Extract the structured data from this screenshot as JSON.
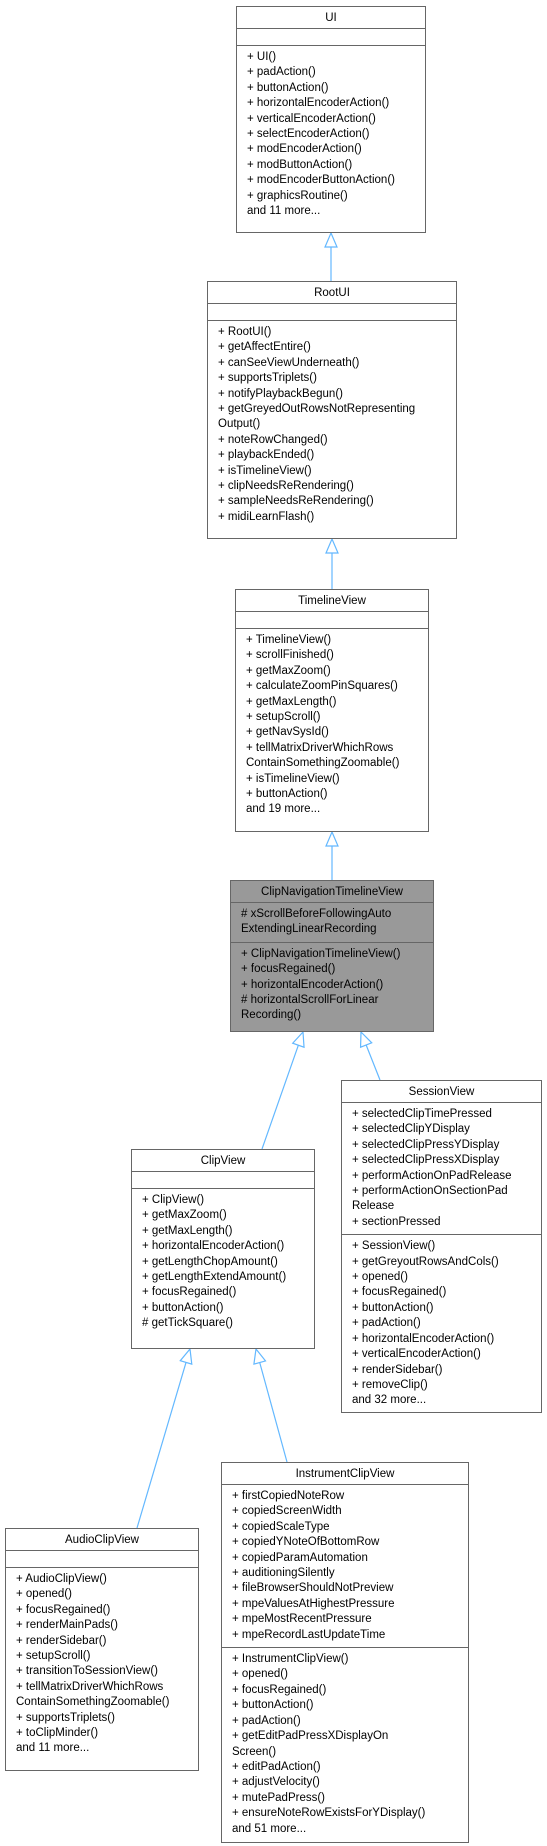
{
  "classes": [
    {
      "id": "ui",
      "name": "UI",
      "attributes": [],
      "operations": [
        "+ UI()",
        "+ padAction()",
        "+ buttonAction()",
        "+ horizontalEncoderAction()",
        "+ verticalEncoderAction()",
        "+ selectEncoderAction()",
        "+ modEncoderAction()",
        "+ modButtonAction()",
        "+ modEncoderButtonAction()",
        "+ graphicsRoutine()",
        "and 11 more..."
      ]
    },
    {
      "id": "rootui",
      "name": "RootUI",
      "attributes": [],
      "operations": [
        "+ RootUI()",
        "+ getAffectEntire()",
        "+ canSeeViewUnderneath()",
        "+ supportsTriplets()",
        "+ notifyPlaybackBegun()",
        "+ getGreyedOutRowsNotRepresenting",
        "Output()",
        "+ noteRowChanged()",
        "+ playbackEnded()",
        "+ isTimelineView()",
        "+ clipNeedsReRendering()",
        "+ sampleNeedsReRendering()",
        "+ midiLearnFlash()"
      ]
    },
    {
      "id": "timelineview",
      "name": "TimelineView",
      "attributes": [],
      "operations": [
        "+ TimelineView()",
        "+ scrollFinished()",
        "+ getMaxZoom()",
        "+ calculateZoomPinSquares()",
        "+ getMaxLength()",
        "+ setupScroll()",
        "+ getNavSysId()",
        "+ tellMatrixDriverWhichRows",
        "ContainSomethingZoomable()",
        "+ isTimelineView()",
        "+ buttonAction()",
        "and 19 more..."
      ]
    },
    {
      "id": "clipnav",
      "name": "ClipNavigationTimelineView",
      "attributes": [
        "# xScrollBeforeFollowingAuto",
        "ExtendingLinearRecording"
      ],
      "operations": [
        "+ ClipNavigationTimelineView()",
        "+ focusRegained()",
        "+ horizontalEncoderAction()",
        "# horizontalScrollForLinear",
        "Recording()"
      ]
    },
    {
      "id": "sessionview",
      "name": "SessionView",
      "attributes": [
        "+ selectedClipTimePressed",
        "+ selectedClipYDisplay",
        "+ selectedClipPressYDisplay",
        "+ selectedClipPressXDisplay",
        "+ performActionOnPadRelease",
        "+ performActionOnSectionPad",
        "Release",
        "+ sectionPressed"
      ],
      "operations": [
        "+ SessionView()",
        "+ getGreyoutRowsAndCols()",
        "+ opened()",
        "+ focusRegained()",
        "+ buttonAction()",
        "+ padAction()",
        "+ horizontalEncoderAction()",
        "+ verticalEncoderAction()",
        "+ renderSidebar()",
        "+ removeClip()",
        "and 32 more..."
      ]
    },
    {
      "id": "clipview",
      "name": "ClipView",
      "attributes": [],
      "operations": [
        "+ ClipView()",
        "+ getMaxZoom()",
        "+ getMaxLength()",
        "+ horizontalEncoderAction()",
        "+ getLengthChopAmount()",
        "+ getLengthExtendAmount()",
        "+ focusRegained()",
        "+ buttonAction()",
        "# getTickSquare()"
      ]
    },
    {
      "id": "instrumentclipview",
      "name": "InstrumentClipView",
      "attributes": [
        "+ firstCopiedNoteRow",
        "+ copiedScreenWidth",
        "+ copiedScaleType",
        "+ copiedYNoteOfBottomRow",
        "+ copiedParamAutomation",
        "+ auditioningSilently",
        "+ fileBrowserShouldNotPreview",
        "+ mpeValuesAtHighestPressure",
        "+ mpeMostRecentPressure",
        "+ mpeRecordLastUpdateTime"
      ],
      "operations": [
        "+ InstrumentClipView()",
        "+ opened()",
        "+ focusRegained()",
        "+ buttonAction()",
        "+ padAction()",
        "+ getEditPadPressXDisplayOn",
        "Screen()",
        "+ editPadAction()",
        "+ adjustVelocity()",
        "+ mutePadPress()",
        "+ ensureNoteRowExistsForYDisplay()",
        "and 51 more..."
      ]
    },
    {
      "id": "audioclipview",
      "name": "AudioClipView",
      "attributes": [],
      "operations": [
        "+ AudioClipView()",
        "+ opened()",
        "+ focusRegained()",
        "+ renderMainPads()",
        "+ renderSidebar()",
        "+ setupScroll()",
        "+ transitionToSessionView()",
        "+ tellMatrixDriverWhichRows",
        "ContainSomethingZoomable()",
        "+ supportsTriplets()",
        "+ toClipMinder()",
        "and 11 more..."
      ]
    }
  ],
  "edges": [
    {
      "from": "rootui",
      "to": "ui",
      "type": "inheritance"
    },
    {
      "from": "timelineview",
      "to": "rootui",
      "type": "inheritance"
    },
    {
      "from": "clipnav",
      "to": "timelineview",
      "type": "inheritance"
    },
    {
      "from": "clipview",
      "to": "clipnav",
      "type": "inheritance"
    },
    {
      "from": "sessionview",
      "to": "clipnav",
      "type": "inheritance"
    },
    {
      "from": "audioclipview",
      "to": "clipview",
      "type": "inheritance"
    },
    {
      "from": "instrumentclipview",
      "to": "clipview",
      "type": "inheritance"
    }
  ],
  "colors": {
    "edge": "#63b8ff",
    "border": "#666666",
    "highlight_fill": "#999999",
    "fill": "#ffffff"
  }
}
